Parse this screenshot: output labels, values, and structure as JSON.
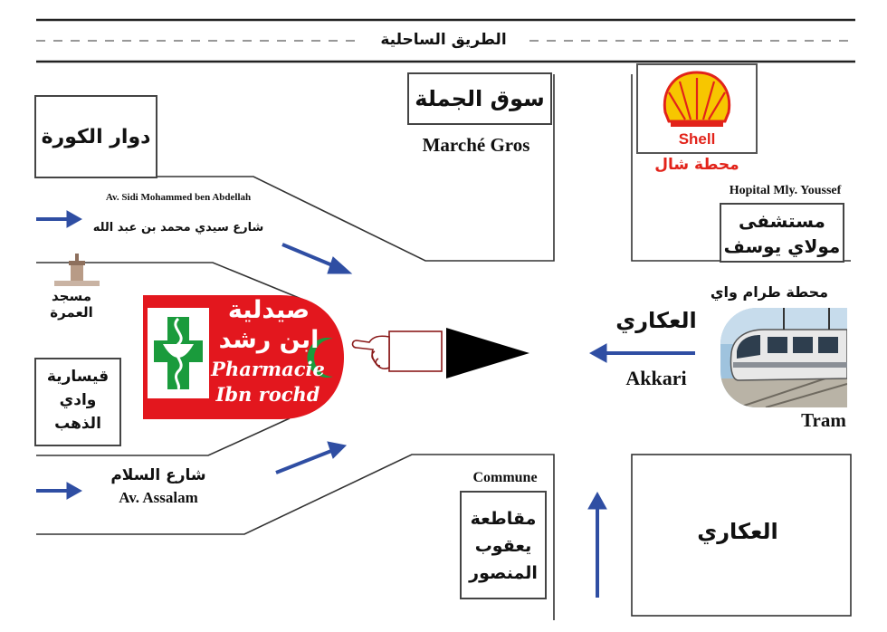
{
  "top_road": {
    "label": "الطريق الساحلية"
  },
  "places": {
    "douar_koura": {
      "ar": "دوار الكورة"
    },
    "souk_jomla": {
      "ar": "سوق الجملة",
      "fr": "Marché Gros"
    },
    "shell": {
      "brand": "Shell",
      "ar": "محطة شال",
      "brand_color": "#e2231a",
      "shell_yellow": "#f7c600"
    },
    "hospital": {
      "fr": "Hopital Mly. Youssef",
      "ar_line1": "مستشفى",
      "ar_line2": "مولاي يوسف"
    },
    "mosque": {
      "ar_line1": "مسجد",
      "ar_line2": "العمرة"
    },
    "kissaria": {
      "ar_line1": "قيسارية",
      "ar_line2": "وادي",
      "ar_line3": "الذهب"
    },
    "commune": {
      "fr": "Commune",
      "ar_line1": "مقاطعة",
      "ar_line2": "يعقوب",
      "ar_line3": "المنصور"
    },
    "akkari_block": {
      "ar": "العكاري"
    },
    "tram": {
      "ar": "محطة طرام واي",
      "fr": "Tram"
    }
  },
  "streets": {
    "sidi_mohammed": {
      "fr": "Av. Sidi Mohammed ben Abdellah",
      "ar": "شارع سيدي محمد بن عبد الله"
    },
    "assalam": {
      "ar": "شارع السلام",
      "fr": "Av. Assalam"
    },
    "akkari": {
      "ar": "العكاري",
      "fr": "Akkari"
    }
  },
  "pharmacy": {
    "ar_line1": "صيدلية",
    "ar_line2": "ابن رشد",
    "fr_line1": "Pharmacie",
    "fr_line2": "Ibn rochd",
    "color": "#e3171e",
    "accent": "#1a9b3c"
  },
  "colors": {
    "arrow": "#2f4ea3",
    "road_line": "#222222"
  }
}
